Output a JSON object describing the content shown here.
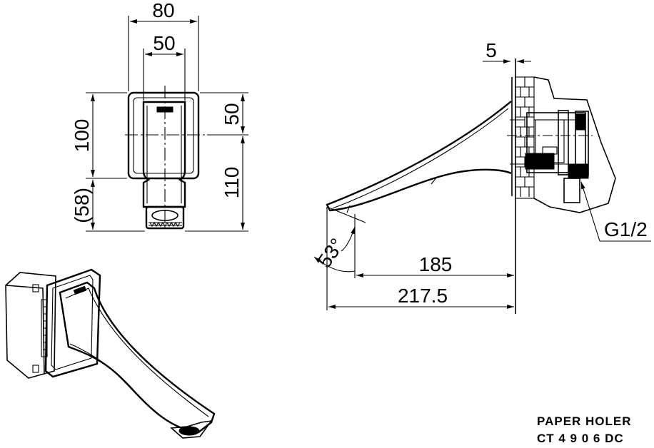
{
  "front_view": {
    "dim_width_outer": "80",
    "dim_width_inner": "50",
    "dim_height_plate": "100",
    "dim_height_upper": "50",
    "dim_height_lower": "110",
    "dim_height_projection": "(58)"
  },
  "side_view": {
    "dim_wall": "5",
    "dim_angle": "53°",
    "dim_reach": "185",
    "dim_total": "217.5",
    "thread": "G1/2"
  },
  "title_block": {
    "name": "PAPER HOLER",
    "code": "CT 4 9 0 6 DC"
  }
}
